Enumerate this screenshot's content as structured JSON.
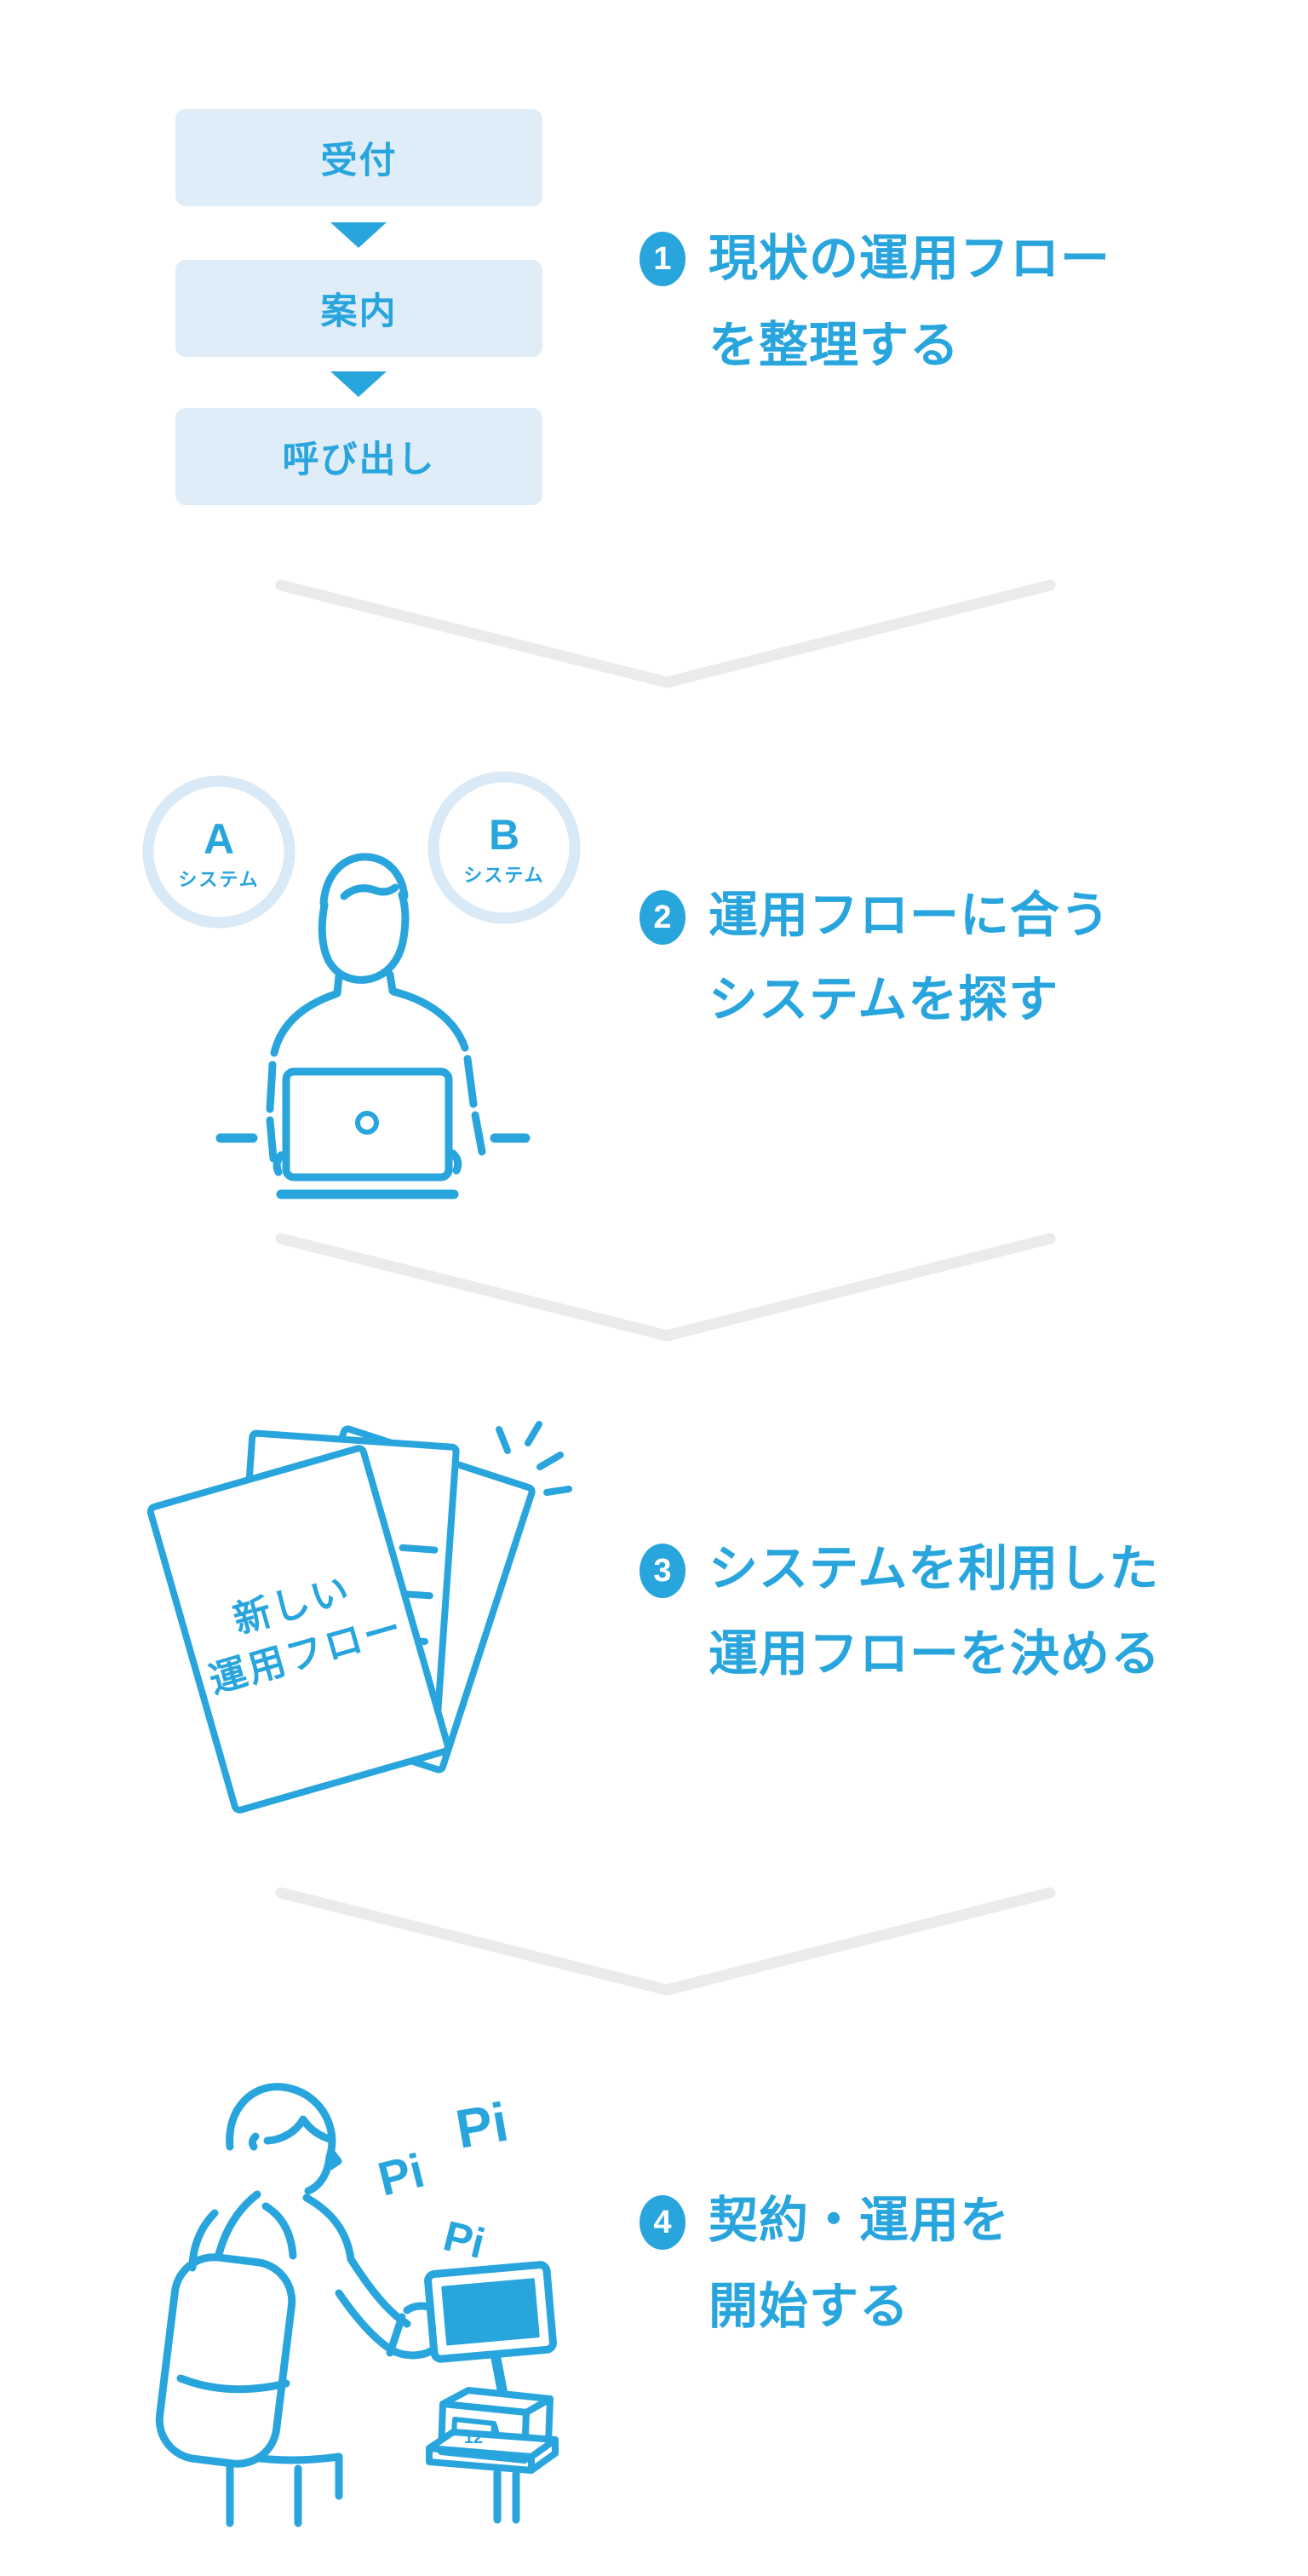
{
  "colors": {
    "accent_blue": "#29A5DE",
    "box_fill_light_blue": "#DEEDF7",
    "circle_ring_light_blue": "#D9E9F6",
    "chevron_gray": "#EBEBEB",
    "background": "#FFFFFF"
  },
  "flow_diagram": {
    "boxes": [
      "受付",
      "案内",
      "呼び出し"
    ]
  },
  "steps": [
    {
      "number": "1",
      "line1": "現状の運用フロー",
      "line2": "を整理する"
    },
    {
      "number": "2",
      "line1": "運用フローに合う",
      "line2": "システムを探す"
    },
    {
      "number": "3",
      "line1": "システムを利用した",
      "line2": "運用フローを決める"
    },
    {
      "number": "4",
      "line1": "契約・運用を",
      "line2": "開始する"
    }
  ],
  "system_circles": [
    {
      "letter": "A",
      "label": "システム"
    },
    {
      "letter": "B",
      "label": "システム"
    }
  ],
  "documents": {
    "label_line1": "新しい",
    "label_line2": "運用フロー"
  },
  "kiosk": {
    "sounds": [
      "Pi",
      "Pi",
      "Pi"
    ],
    "ticket_number": "12"
  }
}
